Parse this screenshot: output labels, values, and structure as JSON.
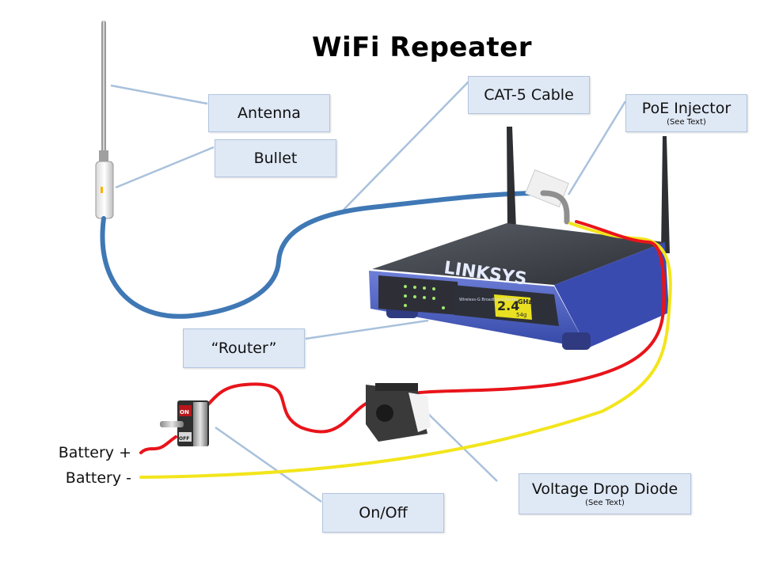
{
  "title": "WiFi  Repeater",
  "labels": {
    "antenna": "Antenna",
    "bullet": "Bullet",
    "cat5": "CAT-5 Cable",
    "poe": "PoE Injector",
    "poe_note": "(See Text)",
    "router": "“Router”",
    "diode": "Voltage Drop Diode",
    "diode_note": "(See Text)",
    "onoff": "On/Off",
    "battery_plus": "Battery +",
    "battery_minus": "Battery -"
  },
  "device_text": {
    "brand": "LINKSYS",
    "band": "2.4",
    "band_unit": "GHz",
    "standard": "54g",
    "model_desc": "Wireless-G Broadband Router",
    "switch_on": "ON",
    "switch_off": "OFF"
  },
  "colors": {
    "callout_fill": "#dfe8f5",
    "callout_border": "#b3c5df",
    "leader": "#a9c1dc",
    "cable": "#3f78b5",
    "wire_red": "#e8141a",
    "wire_yellow": "#f2e51c",
    "router_blue": "#4b5ec0",
    "router_dark": "#353840"
  }
}
